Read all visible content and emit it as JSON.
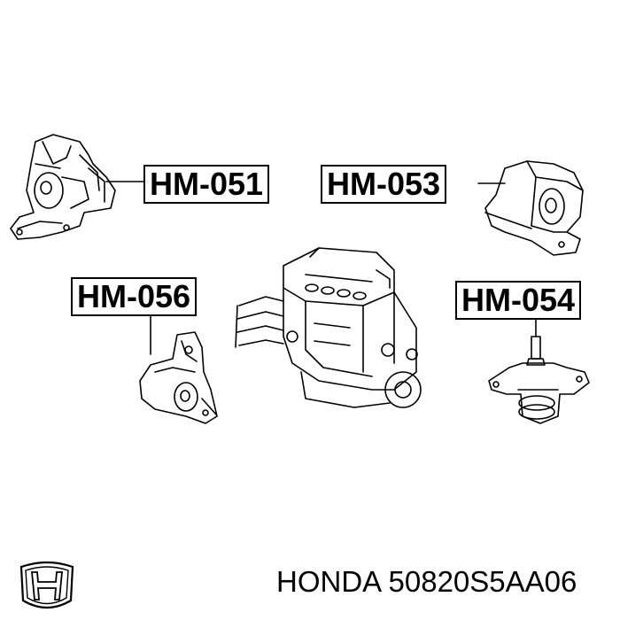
{
  "labels": {
    "hm051": "HM-051",
    "hm053": "HM-053",
    "hm056": "HM-056",
    "hm054": "HM-054"
  },
  "footer": {
    "part_text": "HONDA 50820S5AA06"
  },
  "icons": {
    "logo": "honda-logo-icon"
  },
  "colors": {
    "line": "#000000",
    "background": "#ffffff"
  }
}
